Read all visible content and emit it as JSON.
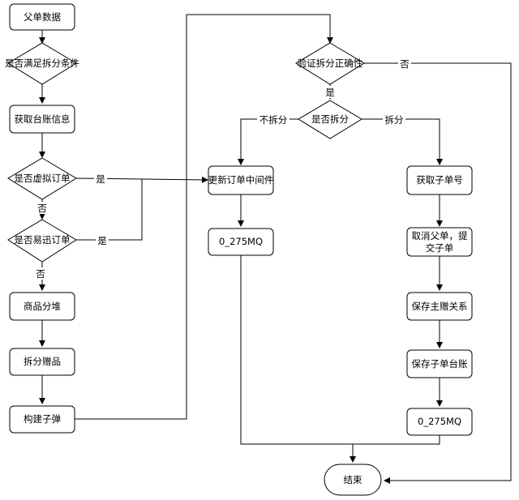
{
  "nodes": {
    "parent_data": "父单数据",
    "meets_split_cond": "是否满足拆分条件",
    "get_ledger": "获取台账信息",
    "is_virtual": "是否虚拟订单",
    "is_yixun": "是否易迅订单",
    "product_heap": "商品分堆",
    "split_gift": "拆分赠品",
    "build_bullet": "构建子弹",
    "verify_split": "验证拆分正确性",
    "whether_split": "是否拆分",
    "update_middleware": "更新订单中间件",
    "mq_left": "0_275MQ",
    "get_child_no": "获取子单号",
    "cancel_parent_line1": "取消父单，提",
    "cancel_parent_line2": "交子单",
    "save_gift_rel": "保存主赠关系",
    "save_child_ledger": "保存子单台账",
    "mq_right": "0_275MQ",
    "end": "结束"
  },
  "edge_labels": {
    "virtual_yes": "是",
    "virtual_no": "否",
    "yixun_yes": "是",
    "yixun_no": "否",
    "verify_yes": "是",
    "verify_no": "否",
    "no_split": "不拆分",
    "do_split": "拆分"
  }
}
